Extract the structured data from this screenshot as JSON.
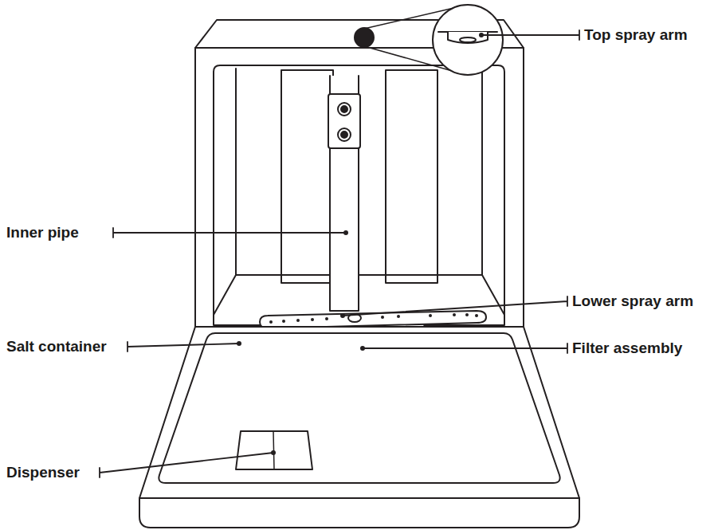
{
  "diagram": {
    "labels": [
      "Top spray arm",
      "Inner pipe",
      "Lower spray arm",
      "Salt container",
      "Filter assembly",
      "Dispenser"
    ]
  }
}
